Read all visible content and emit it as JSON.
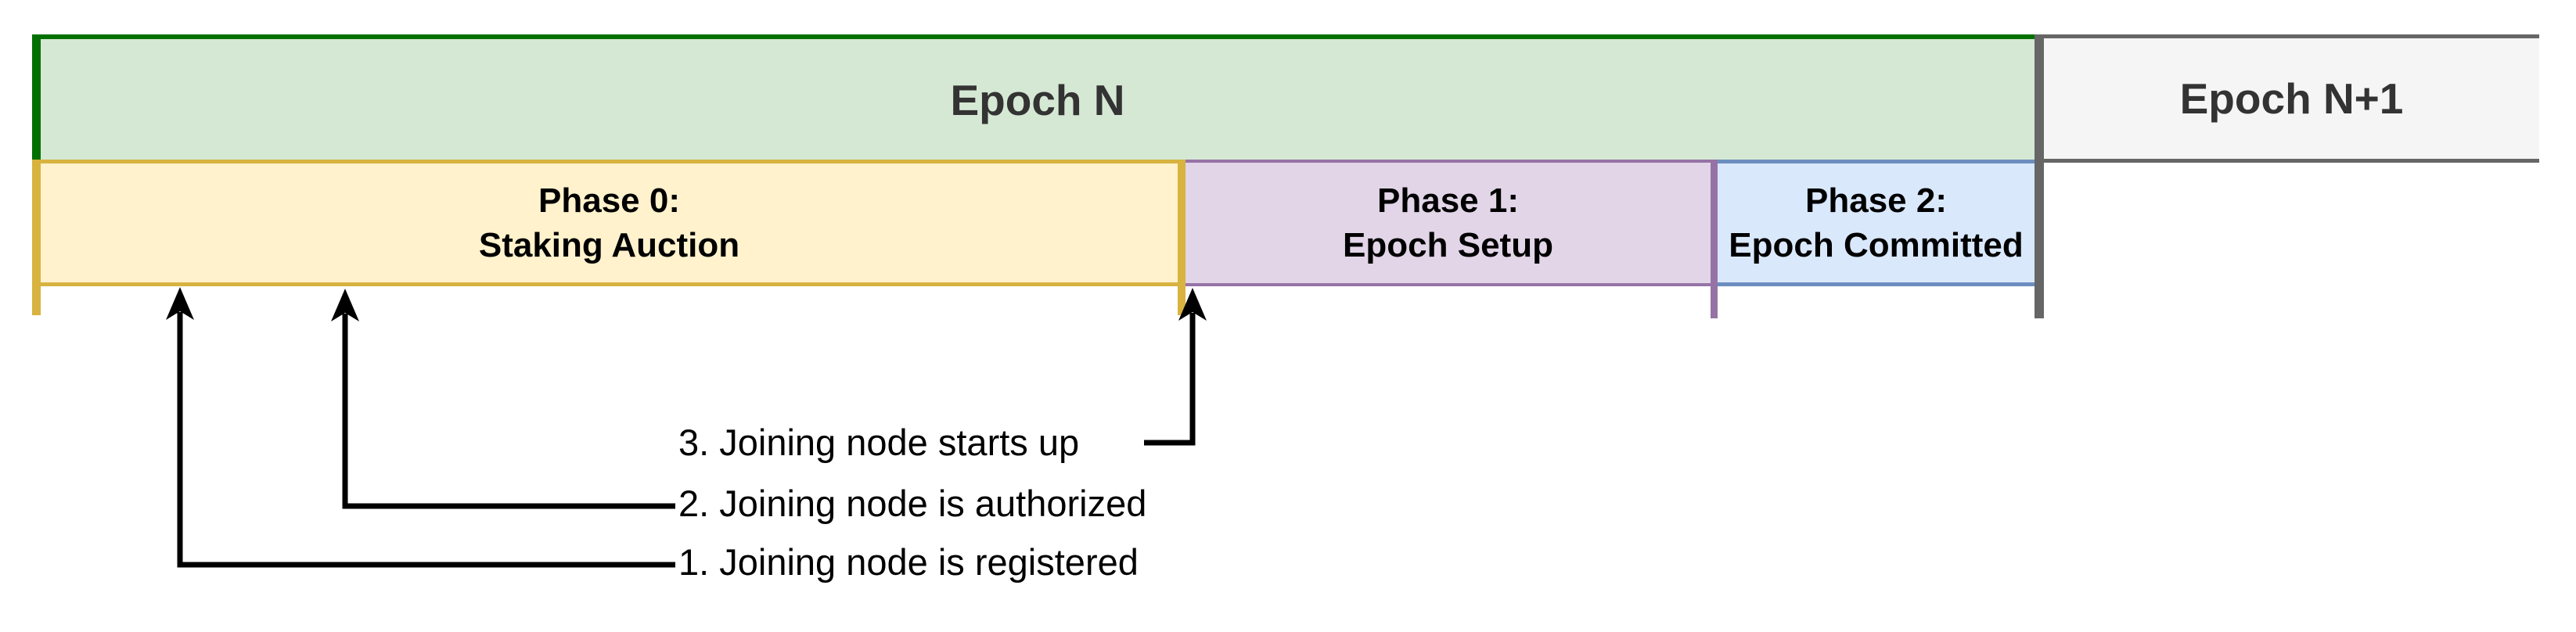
{
  "diagram": {
    "title_semantic": "Epoch phase timeline with joining-node events",
    "epochs": [
      {
        "label": "Epoch N"
      },
      {
        "label": "Epoch N+1"
      }
    ],
    "phases": [
      {
        "line1": "Phase 0:",
        "line2": "Staking Auction"
      },
      {
        "line1": "Phase 1:",
        "line2": "Epoch Setup"
      },
      {
        "line1": "Phase 2:",
        "line2": "Epoch Committed"
      }
    ],
    "events": [
      {
        "label": "1. Joining node is registered"
      },
      {
        "label": "2. Joining node is authorized"
      },
      {
        "label": "3. Joining node starts up"
      }
    ],
    "colors": {
      "epoch_n_fill": "#d5e8d4",
      "epoch_n_border": "#007000",
      "epoch_n1_fill": "#f5f5f5",
      "epoch_n1_border": "#666666",
      "phase0_fill": "#fff2cc",
      "phase0_border": "#d8b33f",
      "phase1_fill": "#e1d5e7",
      "phase1_border": "#9673a6",
      "phase2_fill": "#dae8fc",
      "phase2_border": "#6c8ebf",
      "divider": "#666666",
      "arrow": "#000000",
      "epoch_text": "#333333",
      "phase_text": "#000000"
    }
  }
}
